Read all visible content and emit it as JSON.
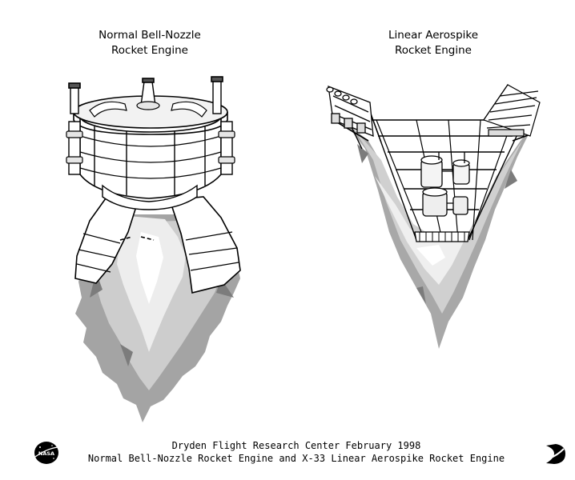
{
  "figure": {
    "left_title": [
      "Normal Bell-Nozzle",
      "Rocket Engine"
    ],
    "right_title": [
      "Linear Aerospike",
      "Rocket Engine"
    ]
  },
  "caption": {
    "line1": "Dryden Flight Research Center  February 1998",
    "line2": "Normal Bell-Nozzle Rocket Engine and X-33 Linear Aerospike Rocket Engine"
  },
  "logos": {
    "left": {
      "icon": "nasa-meatball-logo",
      "text": "NASA"
    },
    "right": {
      "icon": "dryden-logo"
    }
  }
}
